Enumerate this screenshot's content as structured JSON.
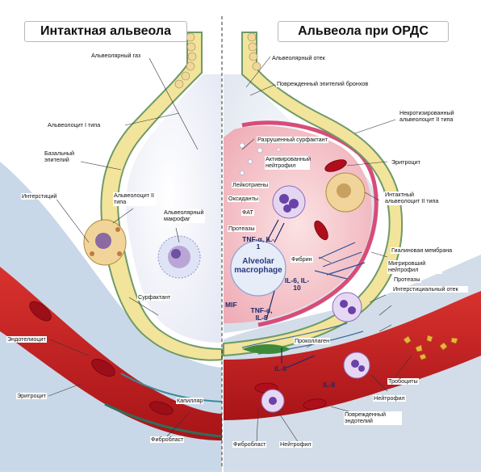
{
  "titles": {
    "left": "Интактная альвеола",
    "right": "Альвеола при ОРДС"
  },
  "left_labels": {
    "alveolar_gas": "Альвеолярный газ",
    "type1_cell": "Альвеолоцит I типа",
    "basal_epithelium": "Базальный эпителий",
    "interstitium": "Интерстиций",
    "type2_cell": "Альвеолоцит II типа",
    "alveolar_macrophage": "Альвеолярный макрофаг",
    "surfactant": "Сурфактант",
    "endothelial_cell": "Эндотелиоцит",
    "erythrocyte": "Эритроцит",
    "capillary": "Капилляр",
    "fibroblast": "Фибробласт"
  },
  "right_labels": {
    "alveolar_edema": "Альвеолярный отек",
    "damaged_bronchial_epithelium": "Поврежденный эпителий бронхов",
    "necrotized_type2": "Некротизированный альвеолоцит II типа",
    "destroyed_surfactant": "Разрушенный сурфактант",
    "activated_neutrophil": "Активированный нейтрофил",
    "erythrocyte": "Эритроцит",
    "leukotrienes": "Лейкотриены",
    "oxidants": "Оксиданты",
    "paf": "ФАТ",
    "proteases_top": "Протеазы",
    "intact_type2": "Интактный альвеолоцит II типа",
    "hyaline_membrane": "Гиалиновая мембрана",
    "fibrin": "Фибрин",
    "migrating_neutrophil": "Мигрировший нейтрофил",
    "proteases_right": "Протеазы",
    "interstitial_edema": "Интерстициальный отек",
    "procollagen": "Проколлаген",
    "platelets": "Тробоциты",
    "neutrophil_vessel": "Нейтрофил",
    "damaged_endothelium": "Поврежденный эндотелий",
    "fibroblast": "Фибробласт",
    "neutrophil_bottom": "Нейтрофил"
  },
  "cytokines": {
    "tnf_il1": "TNF-α, IL-1",
    "macrophage": "Alveolar macrophage",
    "il6_il10": "IL-6, IL-10",
    "mif": "MIF",
    "tnf_il8": "TNF-α, IL-8",
    "il8_a": "IL-8",
    "il8_b": "IL-8"
  },
  "colors": {
    "alveolar_wall": "#f2e49a",
    "wall_edge": "#6e9a6a",
    "interstitium": "#c9d8e8",
    "capillary_blood": "#c8201f",
    "erythrocyte": "#a4101a",
    "edema_fluid": "#f4c8cc",
    "hyaline": "#d84c78",
    "type2_cell": "#f0d49a",
    "macrophage": "#b9a6d6",
    "neutrophil": "#8e6cc0",
    "platelet": "#e8b43a",
    "left_lumen": "#f3f4fb",
    "right_lumen": "#e8eef6"
  }
}
